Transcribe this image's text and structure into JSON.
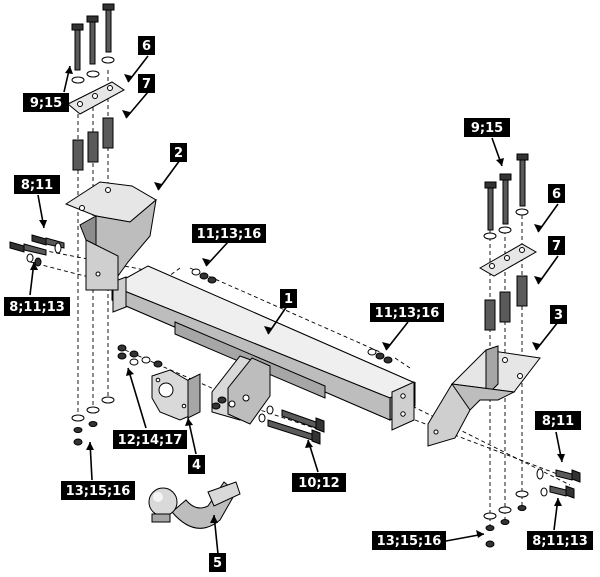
{
  "labels": {
    "l1": "1",
    "l2": "2",
    "l3": "3",
    "l4": "4",
    "l5": "5",
    "l6a": "6",
    "l6b": "6",
    "l7a": "7",
    "l7b": "7",
    "l9_15a": "9;15",
    "l9_15b": "9;15",
    "l8_11a": "8;11",
    "l8_11b": "8;11",
    "l8_11_13a": "8;11;13",
    "l8_11_13b": "8;11;13",
    "l11_13_16a": "11;13;16",
    "l11_13_16b": "11;13;16",
    "l12_14_17": "12;14;17",
    "l10_12": "10;12",
    "l13_15_16a": "13;15;16",
    "l13_15_16b": "13;15;16"
  },
  "colors": {
    "label_bg": "#000000",
    "label_text": "#ffffff",
    "part_fill": "#d9d9d9",
    "part_shade": "#a6a6a6",
    "part_dark": "#5a5a5a",
    "line": "#000000"
  }
}
